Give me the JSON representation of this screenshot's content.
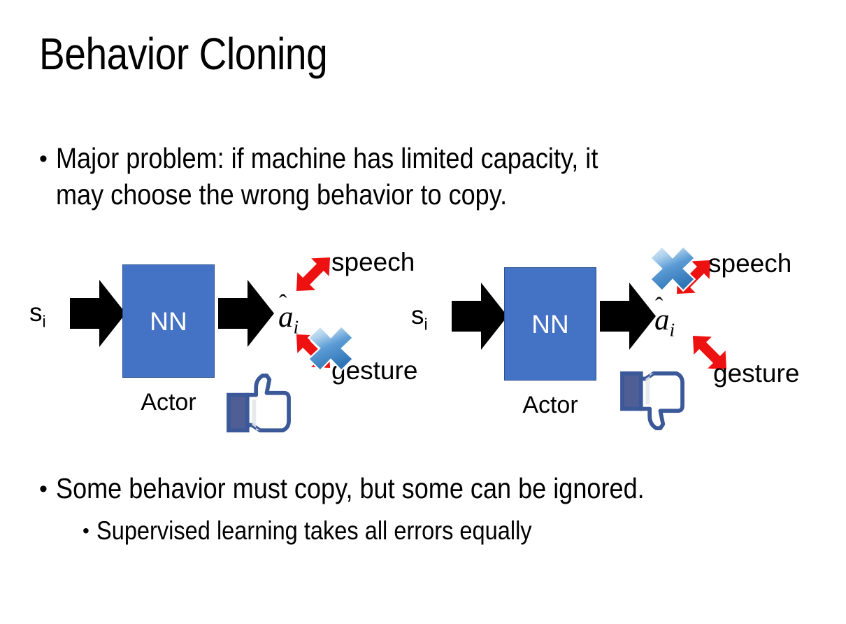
{
  "slide": {
    "title": "Behavior Cloning",
    "bullets": [
      {
        "level": 1,
        "marker": "•",
        "text": "Major problem: if machine has limited capacity, it\nmay choose the wrong behavior to copy."
      },
      {
        "level": 1,
        "marker": "•",
        "text": "Some behavior must copy, but some can be ignored."
      },
      {
        "level": 2,
        "marker": "•",
        "text": "Supervised learning takes all errors equally"
      }
    ]
  },
  "colors": {
    "nn_fill": "#4472C4",
    "nn_border": "#2F528F",
    "arrow_black": "#000000",
    "arrow_red": "#EE1111",
    "cross_blue": "#5B9BD5",
    "thumb_blue": "#3B5998",
    "background": "#FFFFFF"
  },
  "diagrams": [
    {
      "id": "left",
      "input_label": "s",
      "input_subscript": "i",
      "box_label": "NN",
      "box_caption": "Actor",
      "output_label": "a",
      "output_subscript": "i",
      "output_hat": "ˆ",
      "branches": [
        {
          "name": "speech",
          "label": "speech",
          "crossed": false
        },
        {
          "name": "gesture",
          "label": "gesture",
          "crossed": true
        }
      ],
      "verdict": "thumbs-up"
    },
    {
      "id": "right",
      "input_label": "s",
      "input_subscript": "i",
      "box_label": "NN",
      "box_caption": "Actor",
      "output_label": "a",
      "output_subscript": "i",
      "output_hat": "ˆ",
      "branches": [
        {
          "name": "speech",
          "label": "speech",
          "crossed": true
        },
        {
          "name": "gesture",
          "label": "gesture",
          "crossed": false
        }
      ],
      "verdict": "thumbs-down"
    }
  ]
}
